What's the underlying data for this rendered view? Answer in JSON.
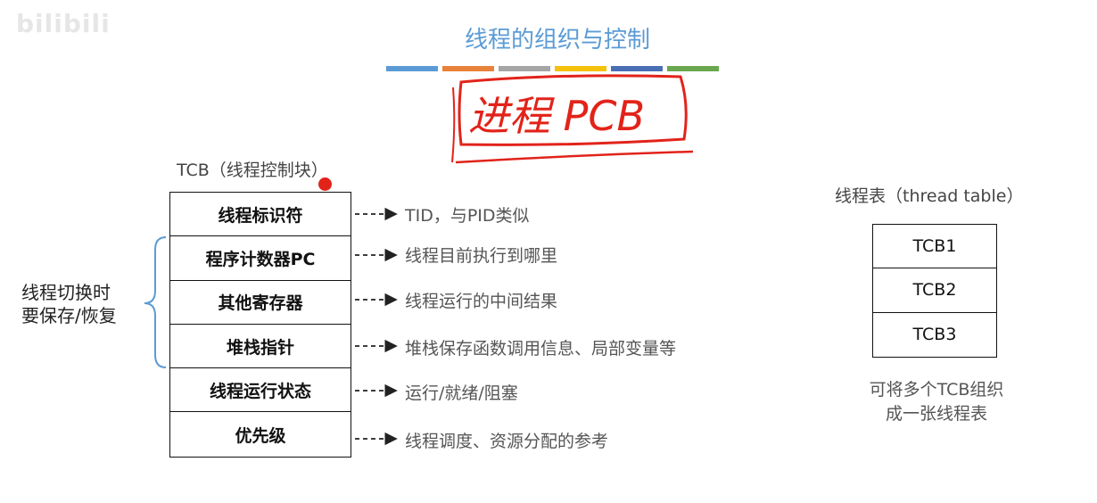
{
  "watermark": "bilibili",
  "title": "线程的组织与控制",
  "colors": [
    "#5b9bd5",
    "#e8823b",
    "#a5a5a5",
    "#f4c20d",
    "#4a6fb5",
    "#6aa84f"
  ],
  "handwritten": "进程 PCB",
  "tcb": {
    "label": "TCB（线程控制块）",
    "rows": [
      "线程标识符",
      "程序计数器PC",
      "其他寄存器",
      "堆栈指针",
      "线程运行状态",
      "优先级"
    ],
    "descriptions": [
      "TID，与PID类似",
      "线程目前执行到哪里",
      "线程运行的中间结果",
      "堆栈保存函数调用信息、局部变量等",
      "运行/就绪/阻塞",
      "线程调度、资源分配的参考"
    ]
  },
  "brace_label": [
    "线程切换时",
    "要保存/恢复"
  ],
  "thread_table": {
    "label": "线程表（thread table）",
    "rows": [
      "TCB1",
      "TCB2",
      "TCB3"
    ],
    "note": [
      "可将多个TCB组织",
      "成一张线程表"
    ]
  }
}
